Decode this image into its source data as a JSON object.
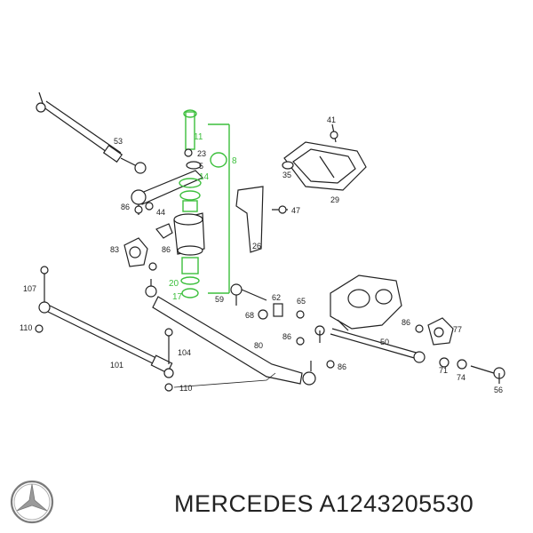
{
  "caption": {
    "brand": "MERCEDES",
    "part_number": "A1243205530"
  },
  "logo": {
    "name": "mercedes-star-icon"
  },
  "colors": {
    "highlight": "#3cbf3c",
    "line": "#222222"
  },
  "callouts": {
    "c53": "53",
    "c11": "11",
    "c23": "23",
    "c5": "5",
    "c8": "8",
    "c14": "14",
    "c41": "41",
    "c35": "35",
    "c29": "29",
    "c86a": "86",
    "c44": "44",
    "c47": "47",
    "c26": "26",
    "c83": "83",
    "c86b": "86",
    "c107": "107",
    "c20": "20",
    "c17": "17",
    "c59": "59",
    "c62": "62",
    "c65": "65",
    "c68": "68",
    "c110a": "110",
    "c80": "80",
    "c86c": "86",
    "c86d": "86",
    "c77": "77",
    "c50": "50",
    "c104": "104",
    "c101": "101",
    "c110b": "110",
    "c86e": "86",
    "c71": "71",
    "c74": "74",
    "c56": "56"
  }
}
